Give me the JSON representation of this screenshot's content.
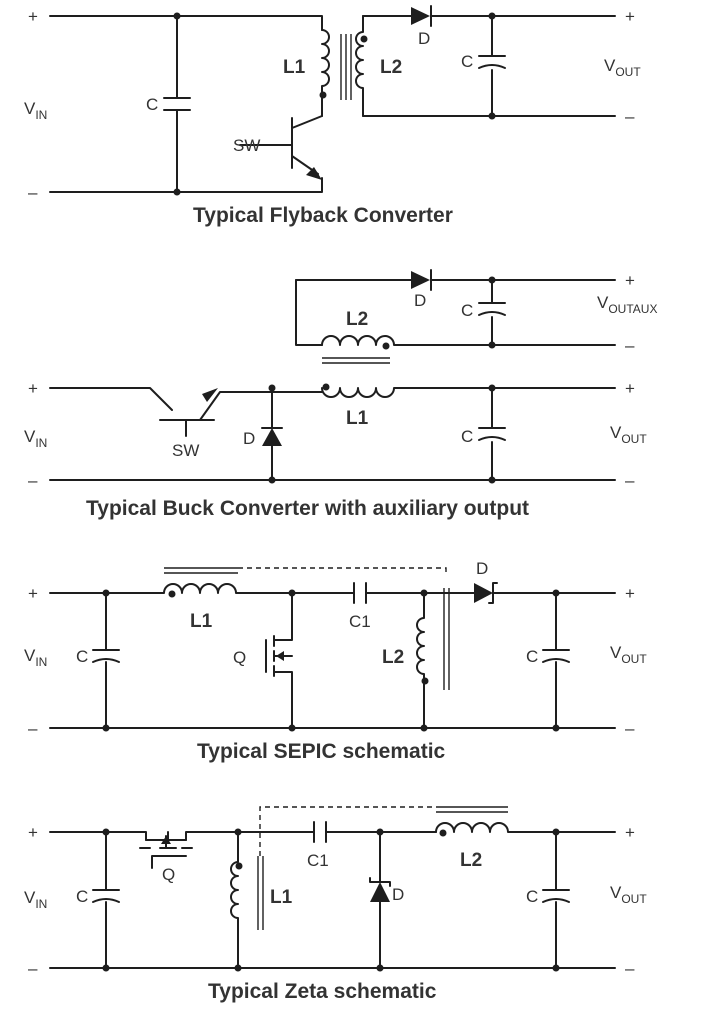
{
  "flyback": {
    "title": "Typical Flyback Converter",
    "plus_in": "+",
    "minus_in": "–",
    "plus_out": "+",
    "minus_out": "–",
    "vin": "V",
    "vin_sub": "IN",
    "vout": "V",
    "vout_sub": "OUT",
    "c_in": "C",
    "c_out": "C",
    "l1": "L1",
    "l2": "L2",
    "d": "D",
    "sw": "SW"
  },
  "buck": {
    "title": "Typical Buck Converter with auxiliary output",
    "plus_in": "+",
    "minus_in": "–",
    "plus_out": "+",
    "minus_out": "–",
    "plus_aux": "+",
    "minus_aux": "–",
    "vin": "V",
    "vin_sub": "IN",
    "vout": "V",
    "vout_sub": "OUT",
    "vaux": "V",
    "vaux_sub": "OUTAUX",
    "c_aux": "C",
    "c_out": "C",
    "l1": "L1",
    "l2": "L2",
    "d_top": "D",
    "d_free": "D",
    "sw": "SW"
  },
  "sepic": {
    "title": "Typical SEPIC schematic",
    "plus_in": "+",
    "minus_in": "–",
    "plus_out": "+",
    "minus_out": "–",
    "vin": "V",
    "vin_sub": "IN",
    "vout": "V",
    "vout_sub": "OUT",
    "c_in": "C",
    "c_out": "C",
    "c1": "C1",
    "l1": "L1",
    "l2": "L2",
    "d": "D",
    "q": "Q"
  },
  "zeta": {
    "title": "Typical Zeta schematic",
    "plus_in": "+",
    "minus_in": "–",
    "plus_out": "+",
    "minus_out": "–",
    "vin": "V",
    "vin_sub": "IN",
    "vout": "V",
    "vout_sub": "OUT",
    "c_in": "C",
    "c_out": "C",
    "c1": "C1",
    "l1": "L1",
    "l2": "L2",
    "d": "D",
    "q": "Q"
  }
}
